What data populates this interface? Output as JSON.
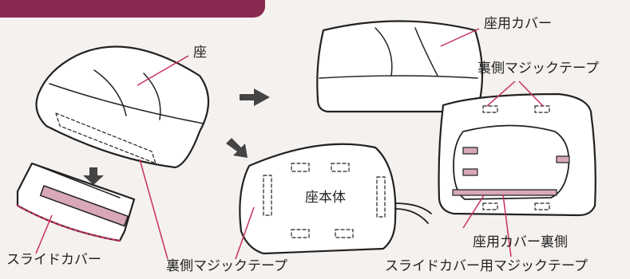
{
  "labels": {
    "seat": "座",
    "seat_cover": "座用カバー",
    "back_velcro_top": "裏側マジックテープ",
    "seat_body": "座本体",
    "slide_cover": "スライドカバー",
    "back_velcro_bottom": "裏側マジックテープ",
    "seat_cover_back": "座用カバー裏側",
    "slide_cover_velcro": "スライドカバー用マジックテープ"
  },
  "colors": {
    "header": "#8a2a52",
    "accent_pink": "#d8a8b8",
    "dashed_red": "#c8305a",
    "arrow": "#444444"
  }
}
